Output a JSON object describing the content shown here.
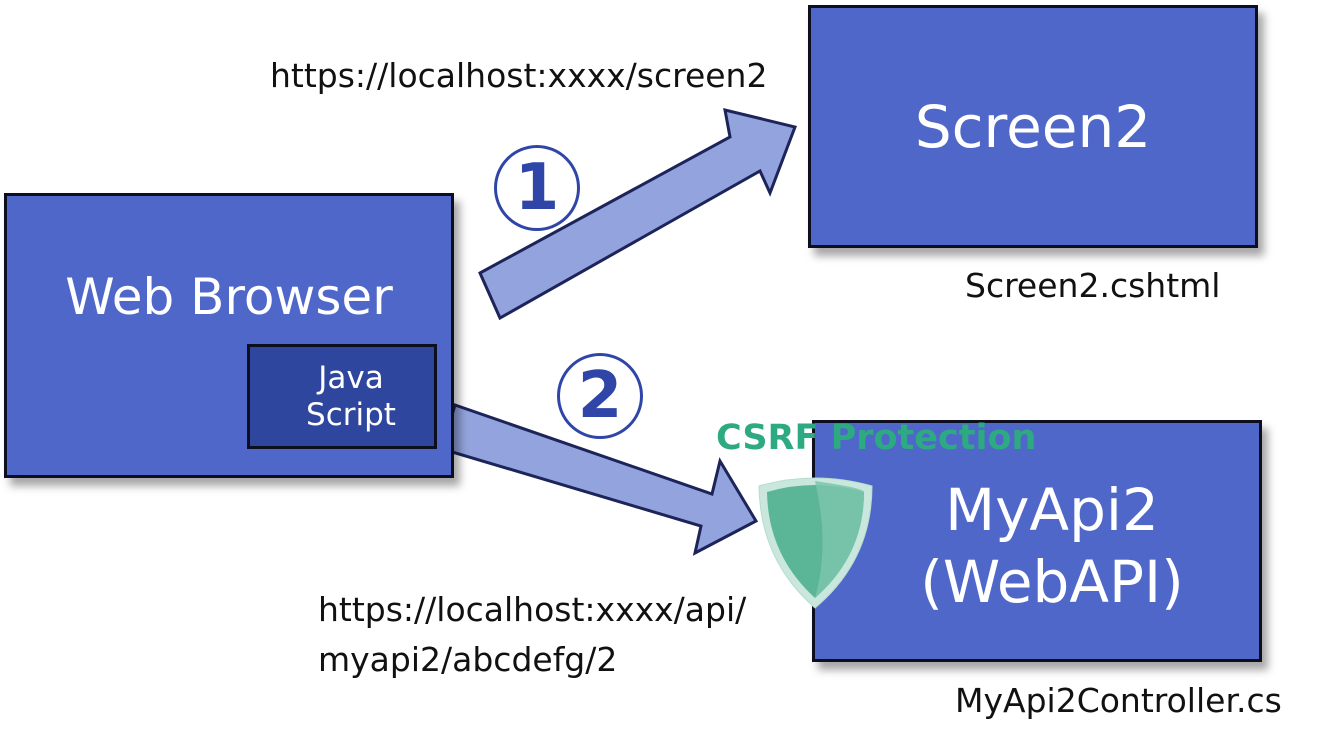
{
  "diagram": {
    "nodes": {
      "web_browser": {
        "label": "Web Browser"
      },
      "javascript": {
        "label_line1": "Java",
        "label_line2": "Script"
      },
      "screen2": {
        "label": "Screen2",
        "file": "Screen2.cshtml"
      },
      "myapi2": {
        "label_line1": "MyApi2",
        "label_line2": "(WebAPI)",
        "file": "MyApi2Controller.cs"
      }
    },
    "edges": [
      {
        "step": "1",
        "from": "Web Browser",
        "to": "Screen2",
        "url": "https://localhost:xxxx/screen2"
      },
      {
        "step": "2",
        "from": "JavaScript",
        "to": "MyApi2",
        "url_line1": "https://localhost:xxxx/api/",
        "url_line2": "myapi2/abcdefg/2"
      }
    ],
    "protection": {
      "label": "CSRF Protection",
      "icon": "shield-icon"
    }
  },
  "colors": {
    "box_fill": "#4f67c8",
    "js_box_fill": "#2f469f",
    "arrow_fill": "#93a3dd",
    "arrow_stroke": "#1c2459",
    "step_color": "#2f46a8",
    "csrf_green": "#2eaa82",
    "shield_fill": "#5bb597",
    "shield_rim": "#c9e7dc"
  }
}
